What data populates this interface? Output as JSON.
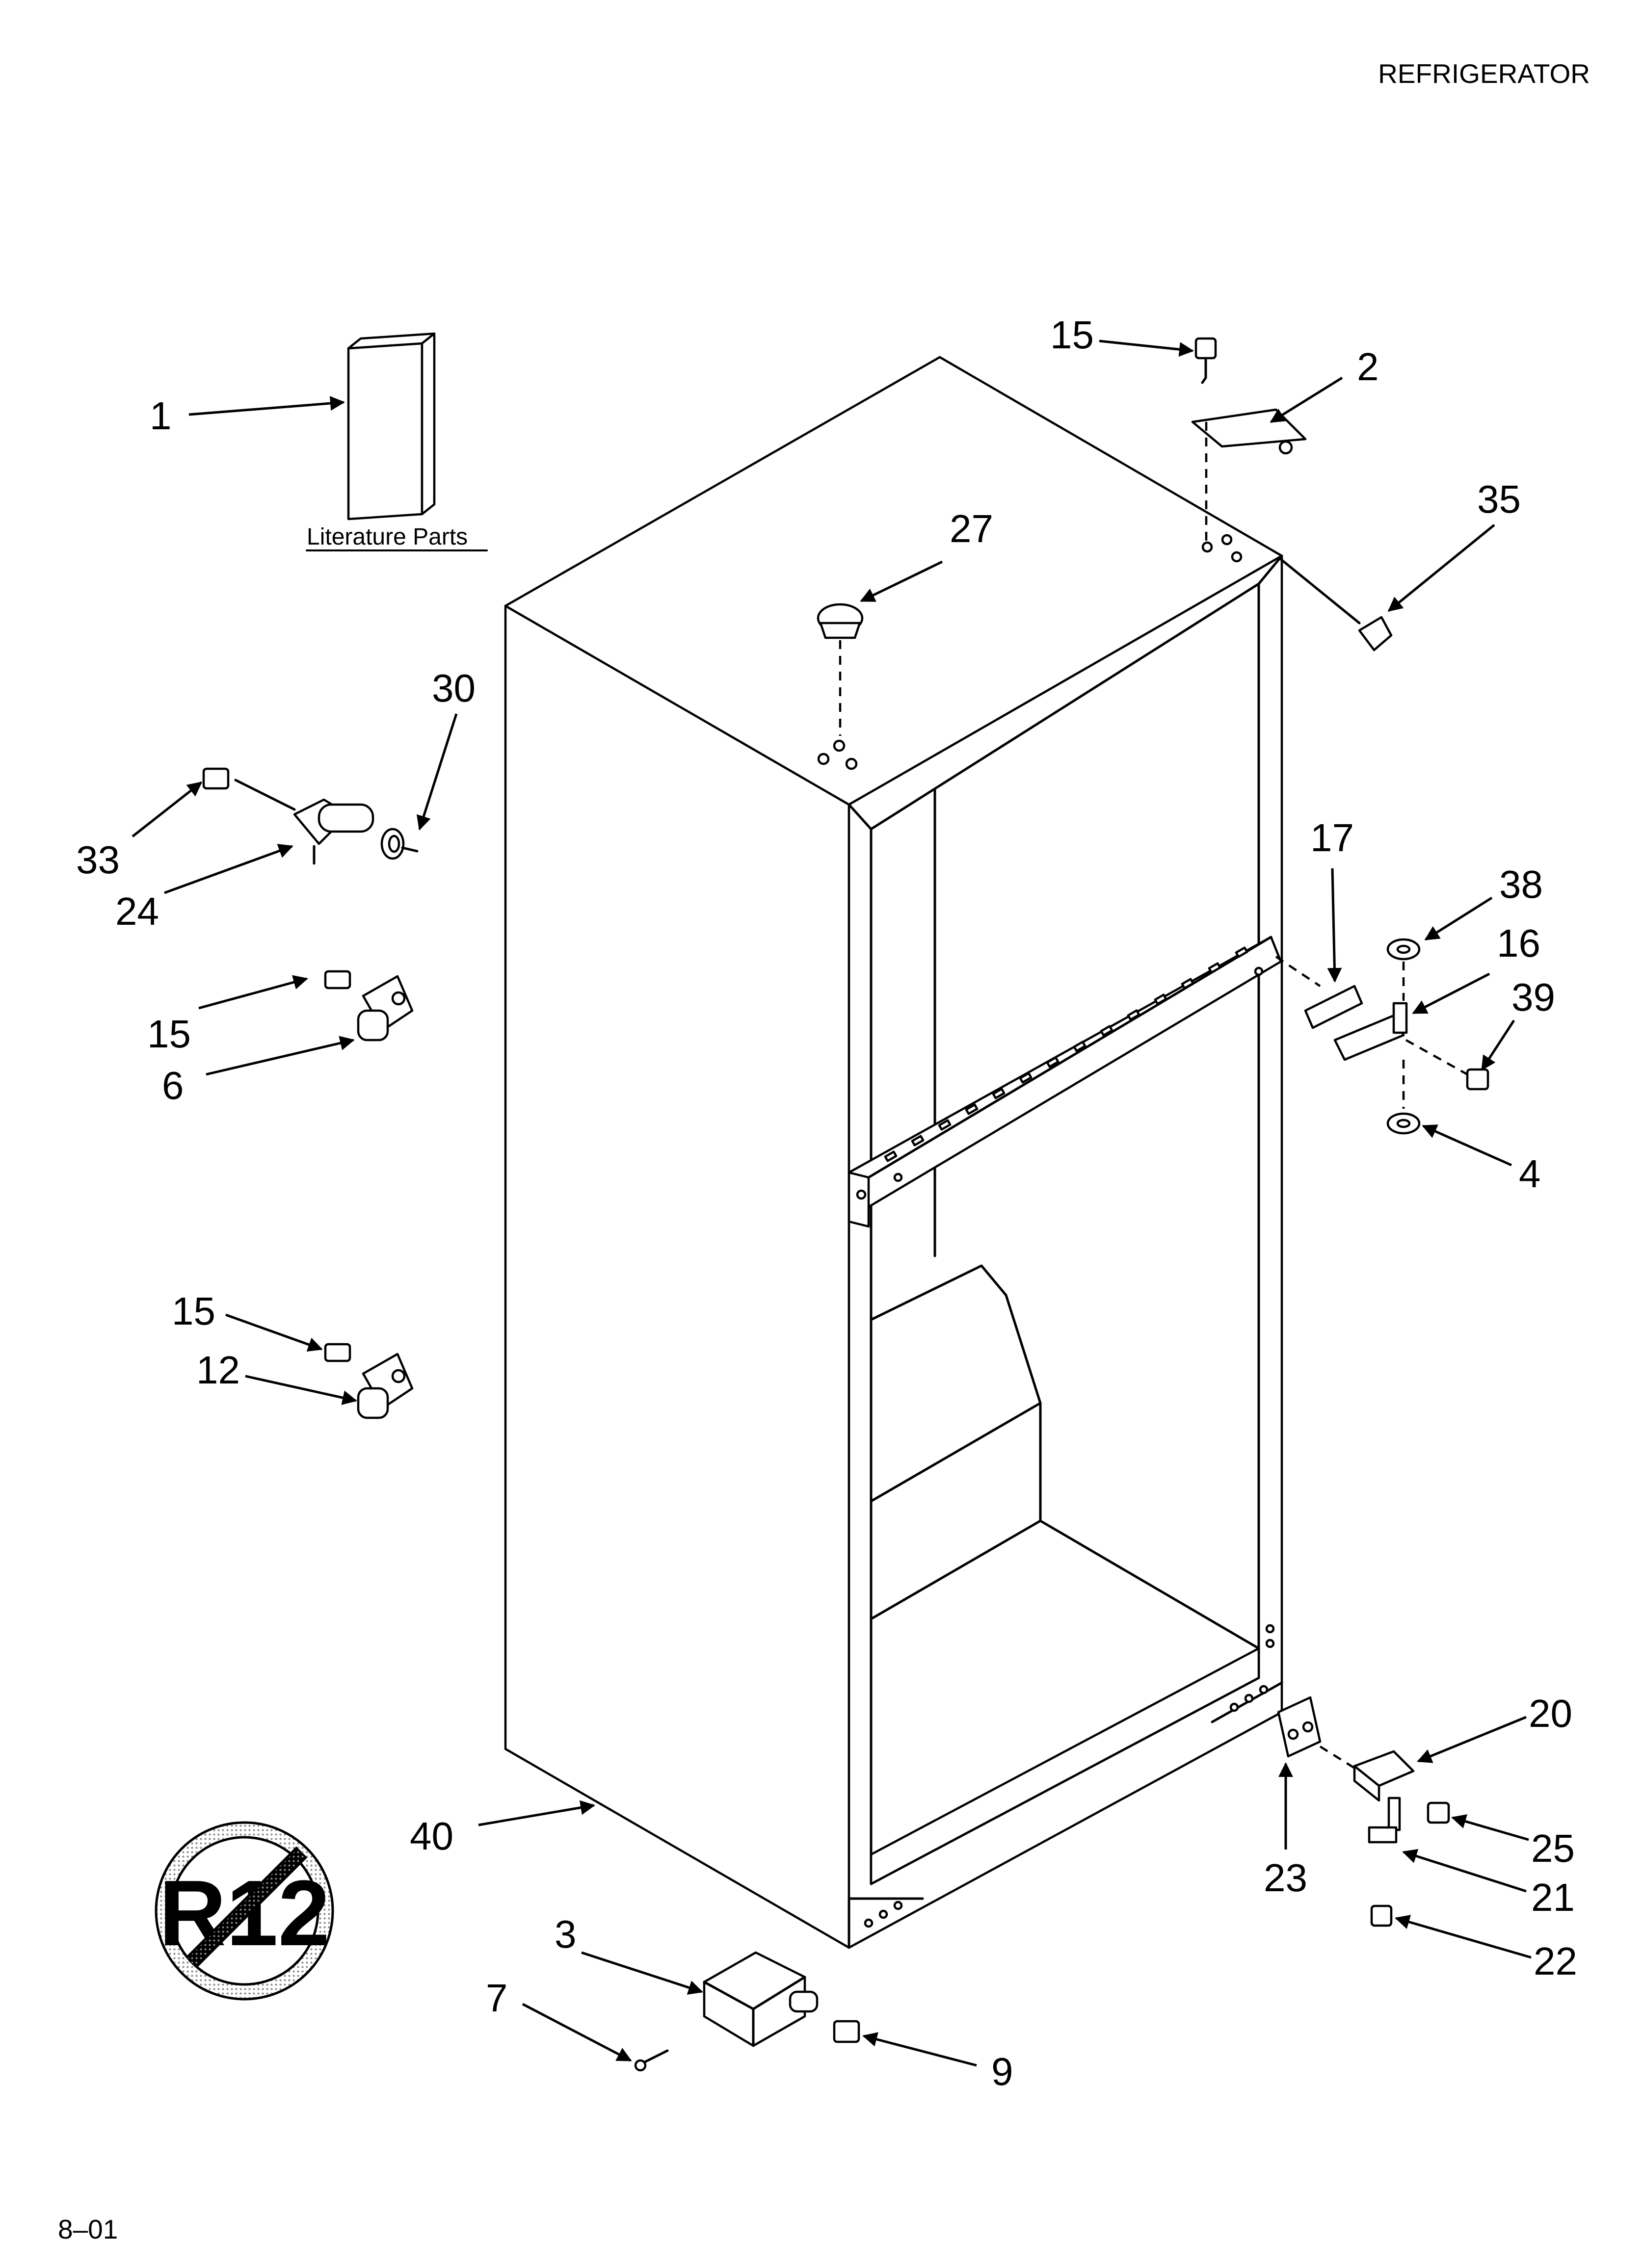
{
  "header": {
    "title": "REFRIGERATOR"
  },
  "footer": {
    "date_code": "8–01"
  },
  "literature": {
    "caption": "Literature Parts"
  },
  "badge": {
    "text": "R12"
  },
  "callouts": {
    "c1": "1",
    "c2": "2",
    "c3": "3",
    "c4": "4",
    "c6": "6",
    "c7": "7",
    "c9": "9",
    "c12": "12",
    "c15a": "15",
    "c15b": "15",
    "c15c": "15",
    "c16": "16",
    "c17": "17",
    "c20": "20",
    "c21": "21",
    "c22": "22",
    "c23": "23",
    "c24": "24",
    "c25": "25",
    "c27": "27",
    "c30": "30",
    "c33": "33",
    "c35": "35",
    "c38": "38",
    "c39": "39",
    "c40": "40"
  }
}
